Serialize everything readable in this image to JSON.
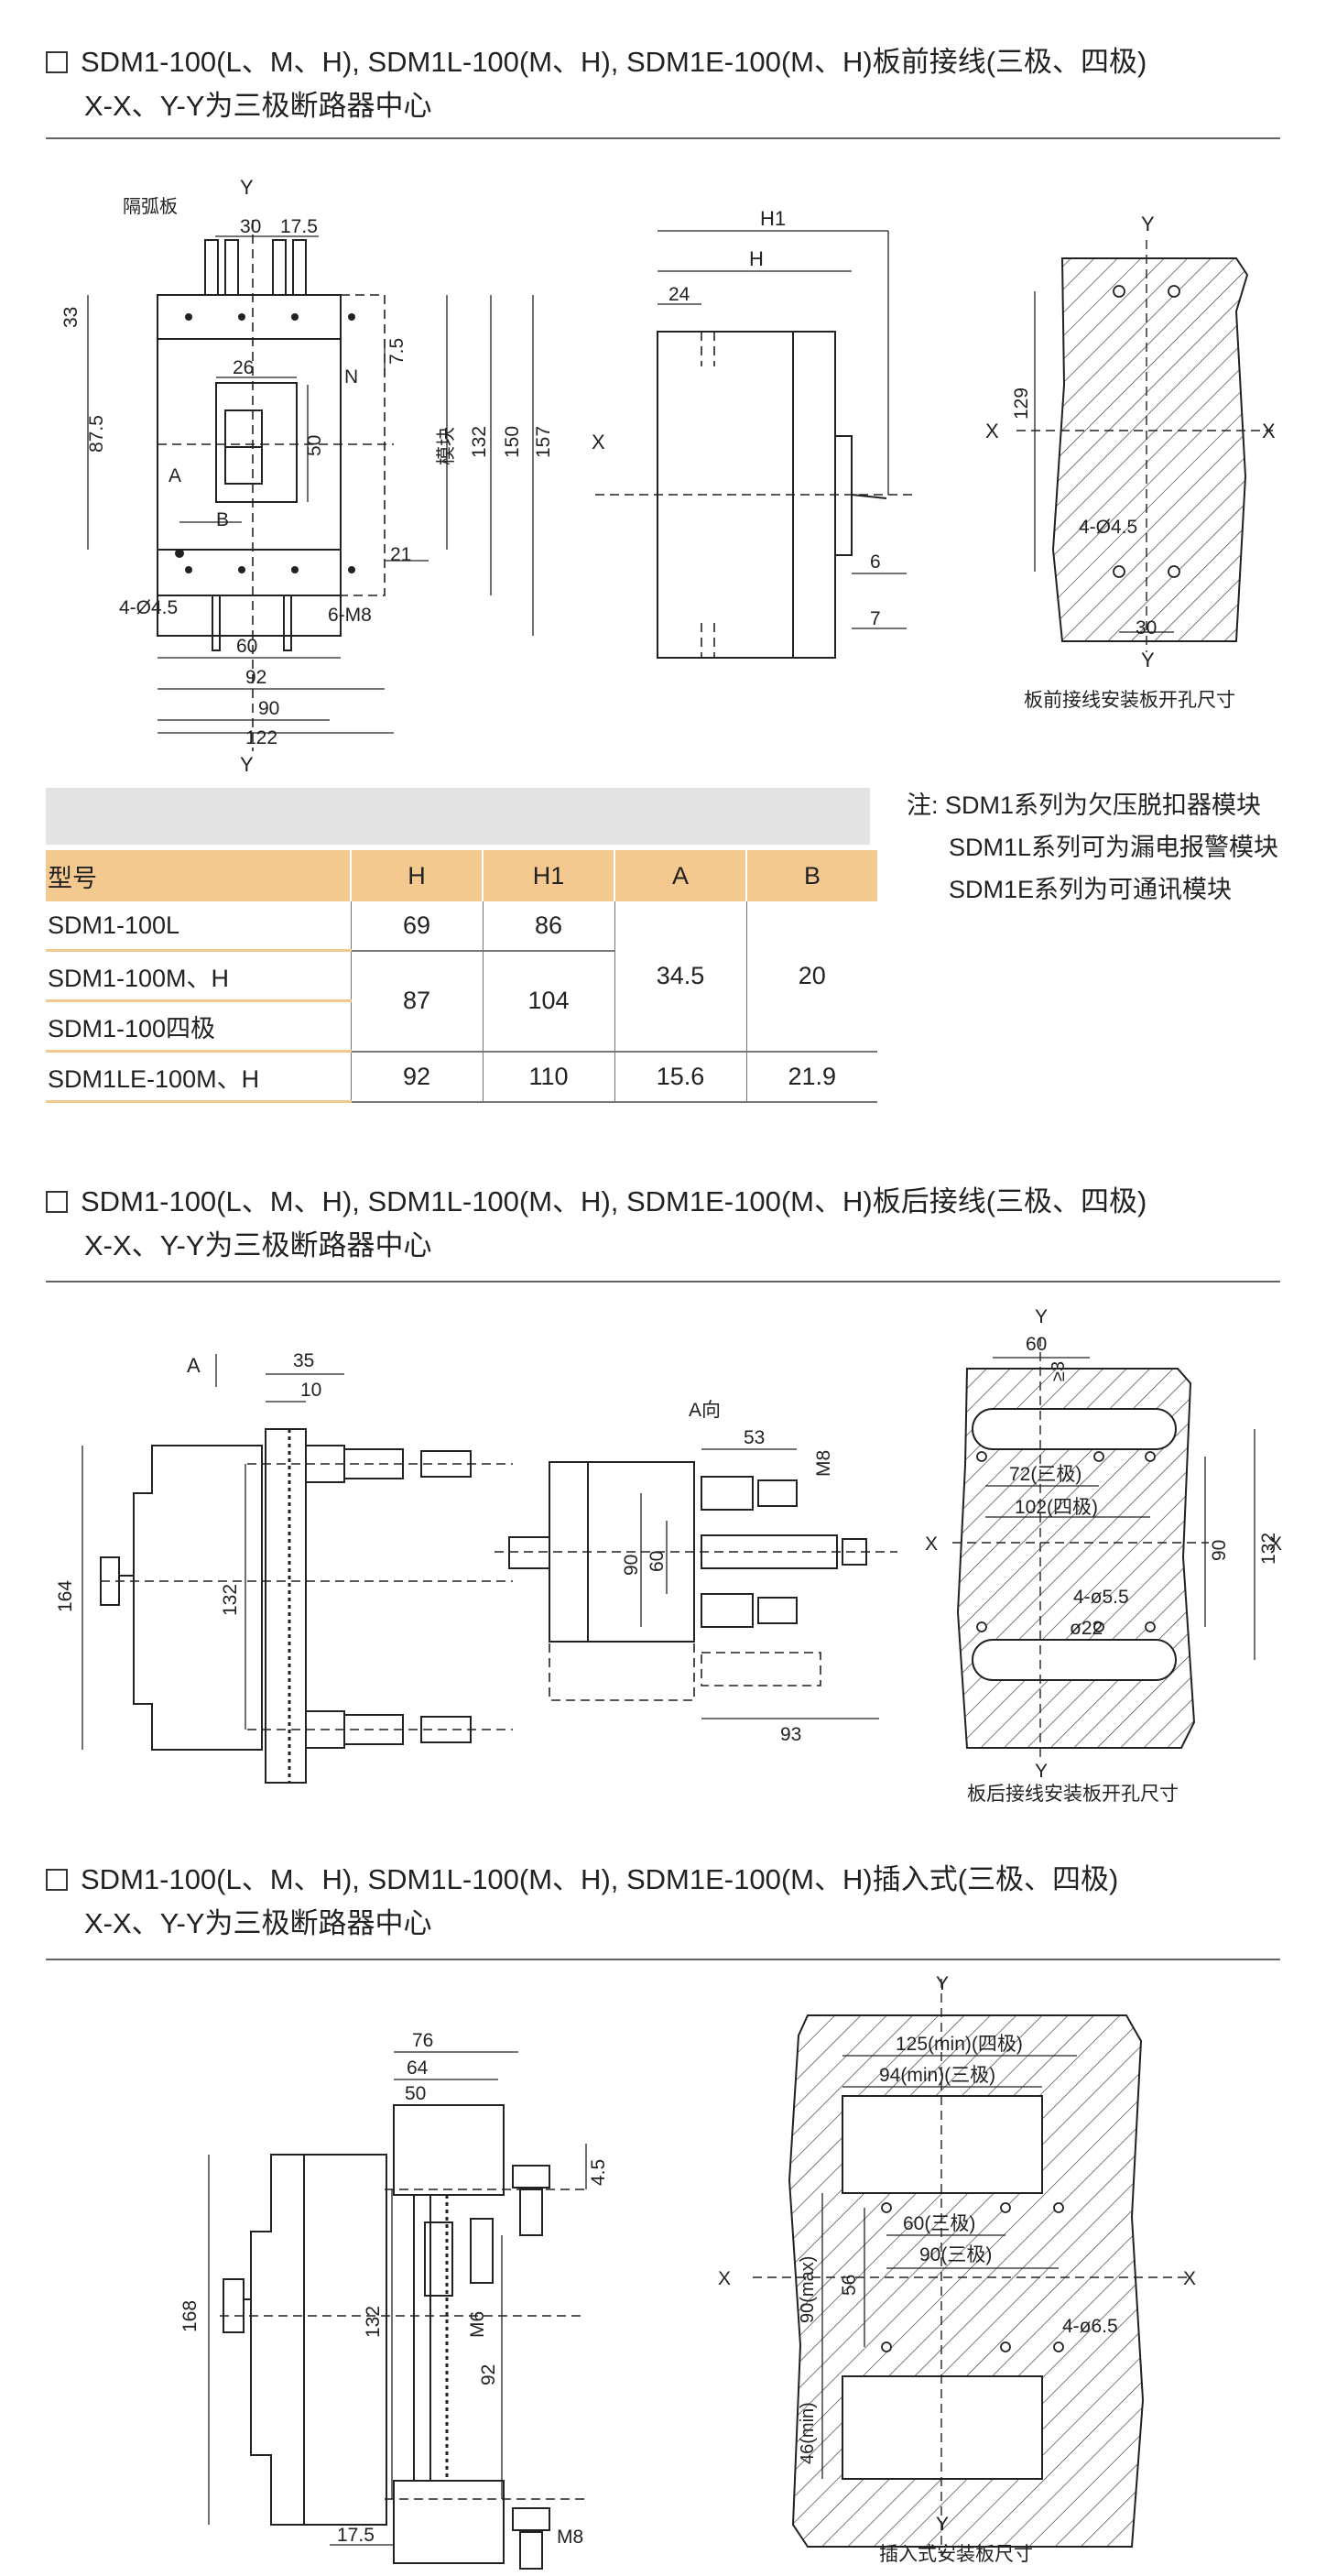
{
  "section1": {
    "title": "SDM1-100(L、M、H), SDM1L-100(M、H), SDM1E-100(M、H)板前接线(三极、四极)",
    "subtitle": "X-X、Y-Y为三极断路器中心",
    "caption": "板前接线安装板开孔尺寸",
    "front_labels": [
      "Y",
      "隔弧板",
      "30",
      "17.5",
      "33",
      "26",
      "7.5",
      "N",
      "87.5",
      "50",
      "模块",
      "132",
      "150",
      "157",
      "A",
      "B",
      "21",
      "4-Ø4.5",
      "6-M8",
      "60",
      "92",
      "90",
      "122",
      "Y"
    ],
    "side_labels": [
      "H1",
      "H",
      "24",
      "X",
      "6",
      "7"
    ],
    "panel_labels": [
      "Y",
      "X",
      "X",
      "129",
      "4-Ø4.5",
      "30",
      "Y"
    ]
  },
  "spec_table": {
    "headers": [
      "型号",
      "H",
      "H1",
      "A",
      "B"
    ],
    "rows": [
      {
        "model": "SDM1-100L",
        "H": "69",
        "H1": "86"
      },
      {
        "model": "SDM1-100M、H",
        "H": "87",
        "H1": "104"
      },
      {
        "model": "SDM1-100四极"
      },
      {
        "model": "SDM1LE-100M、H",
        "H": "92",
        "H1": "110",
        "A": "15.6",
        "B": "21.9"
      }
    ],
    "merged_A": "34.5",
    "merged_B": "20"
  },
  "notes": {
    "prefix": "注:",
    "lines": [
      "SDM1系列为欠压脱扣器模块",
      "SDM1L系列可为漏电报警模块",
      "SDM1E系列为可通讯模块"
    ]
  },
  "section2": {
    "title": "SDM1-100(L、M、H), SDM1L-100(M、H), SDM1E-100(M、H)板后接线(三极、四极)",
    "subtitle": "X-X、Y-Y为三极断路器中心",
    "caption": "板后接线安装板开孔尺寸",
    "side_labels": [
      "A",
      "35",
      "10",
      "164",
      "132"
    ],
    "view_labels": [
      "A向",
      "53",
      "M8",
      "90",
      "60",
      "93"
    ],
    "panel_labels": [
      "Y",
      "60",
      "≥3",
      "72(三极)",
      "102(四极)",
      "X",
      "X",
      "90",
      "132",
      "4-ø5.5",
      "ø22",
      "Y"
    ]
  },
  "section3": {
    "title": "SDM1-100(L、M、H), SDM1L-100(M、H), SDM1E-100(M、H)插入式(三极、四极)",
    "subtitle": "X-X、Y-Y为三极断路器中心",
    "caption": "插入式安装板尺寸",
    "side_labels": [
      "76",
      "64",
      "50",
      "4.5",
      "168",
      "132",
      "M6",
      "92",
      "17.5",
      "M8"
    ],
    "panel_labels": [
      "Y",
      "125(min)(四极)",
      "94(min)(三极)",
      "X",
      "X",
      "60(三极)",
      "90(三极)",
      "90(max)",
      "56",
      "4-ø6.5",
      "46(min)",
      "Y"
    ]
  }
}
